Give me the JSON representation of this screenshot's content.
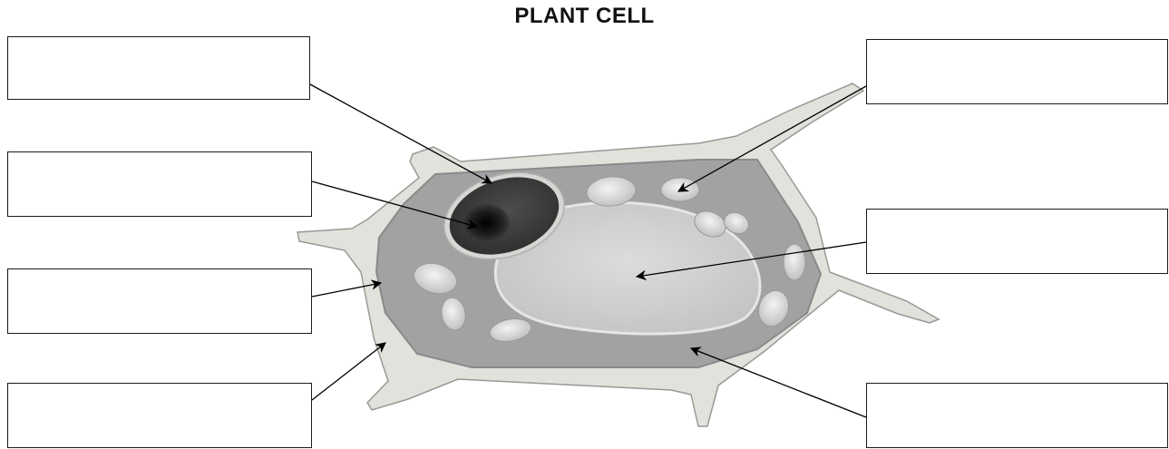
{
  "title": "PLANT CELL",
  "labels": [
    {
      "id": "left-1",
      "text": ""
    },
    {
      "id": "left-2",
      "text": ""
    },
    {
      "id": "left-3",
      "text": ""
    },
    {
      "id": "left-4",
      "text": ""
    },
    {
      "id": "right-1",
      "text": ""
    },
    {
      "id": "right-2",
      "text": ""
    },
    {
      "id": "right-3",
      "text": ""
    }
  ]
}
